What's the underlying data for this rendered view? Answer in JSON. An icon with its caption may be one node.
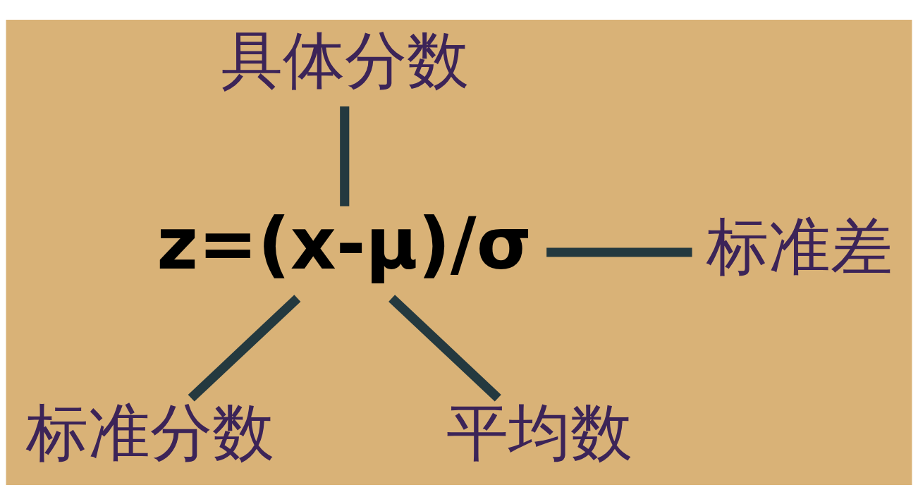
{
  "diagram": {
    "nodes": [
      {
        "text": [
          "具体分数"
        ]
      },
      {
        "text": [
          "z=(x-μ)/σ"
        ]
      },
      {
        "text": [
          "标准差"
        ]
      },
      {
        "text": [
          "标准分数"
        ]
      },
      {
        "text": [
          "平均数"
        ]
      }
    ],
    "edges": [
      {
        "from": 0,
        "to": 1,
        "arrow": "none"
      },
      {
        "from": 2,
        "to": 1,
        "arrow": "none"
      },
      {
        "from": 3,
        "to": 1,
        "arrow": "none"
      },
      {
        "from": 4,
        "to": 1,
        "arrow": "none"
      }
    ]
  }
}
